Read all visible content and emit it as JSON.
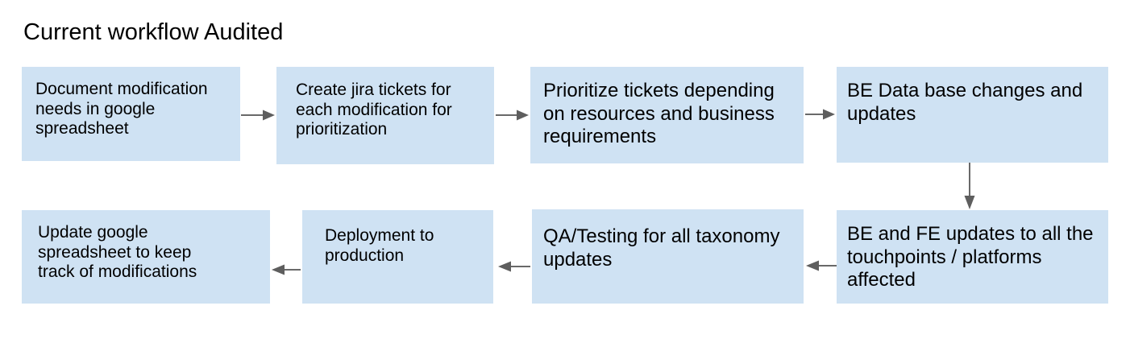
{
  "title": "Current workflow Audited",
  "colors": {
    "box_fill": "#cfe2f3",
    "arrow": "#616161",
    "text": "#000000",
    "background": "#ffffff"
  },
  "steps": [
    {
      "name": "document-modification",
      "label": "Document modification\nneeds in google\nspreadsheet"
    },
    {
      "name": "create-jira-tickets",
      "label": "Create jira tickets for\neach modification for\nprioritization"
    },
    {
      "name": "prioritize-tickets",
      "label": "Prioritize tickets depending\non resources and business\nrequirements"
    },
    {
      "name": "be-database-changes",
      "label": "BE Data base changes and\nupdates"
    },
    {
      "name": "be-fe-updates",
      "label": "BE and FE updates to all the\ntouchpoints / platforms\naffected"
    },
    {
      "name": "qa-testing",
      "label": "QA/Testing for all taxonomy\nupdates"
    },
    {
      "name": "deployment",
      "label": "Deployment to\nproduction"
    },
    {
      "name": "update-spreadsheet",
      "label": "Update google\nspreadsheet to keep\ntrack of modifications"
    }
  ],
  "connections": [
    {
      "from": "document-modification",
      "to": "create-jira-tickets",
      "direction": "right"
    },
    {
      "from": "create-jira-tickets",
      "to": "prioritize-tickets",
      "direction": "right"
    },
    {
      "from": "prioritize-tickets",
      "to": "be-database-changes",
      "direction": "right"
    },
    {
      "from": "be-database-changes",
      "to": "be-fe-updates",
      "direction": "down"
    },
    {
      "from": "be-fe-updates",
      "to": "qa-testing",
      "direction": "left"
    },
    {
      "from": "qa-testing",
      "to": "deployment",
      "direction": "left"
    },
    {
      "from": "deployment",
      "to": "update-spreadsheet",
      "direction": "left"
    }
  ]
}
